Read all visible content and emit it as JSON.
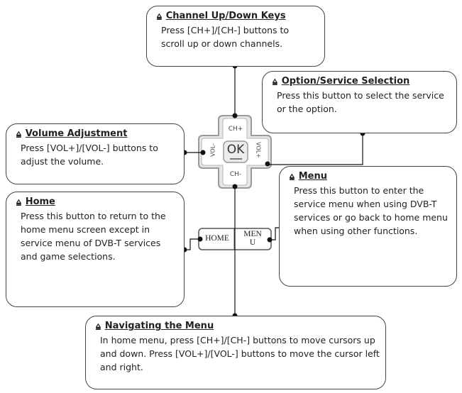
{
  "callouts": {
    "channel": {
      "title": "Channel Up/Down Keys",
      "body": "Press [CH+]/[CH-] buttons to scroll up or down channels."
    },
    "option": {
      "title": "Option/Service Selection",
      "body": "Press this button to select the service or the option."
    },
    "volume": {
      "title": "Volume Adjustment",
      "body": "Press [VOL+]/[VOL-] buttons to adjust the volume."
    },
    "home": {
      "title": "Home",
      "body": "Press this button to return to the home menu screen except in service menu of DVB-T services and game selections."
    },
    "menu": {
      "title": "Menu",
      "body": "Press this button to enter the service menu when using DVB-T services or go back to home menu when using other functions."
    },
    "navigating": {
      "title": "Navigating the Menu",
      "body": "In home menu, press [CH+]/[CH-] buttons to move cursors up and down. Press [VOL+]/[VOL-] buttons to move the cursor left and right."
    }
  },
  "remote": {
    "ch_up": "CH+",
    "ch_down": "CH-",
    "vol_down": "VOL-",
    "vol_up": "VOL+",
    "ok": "OK",
    "home": "HOME",
    "menu_line1": "MEN",
    "menu_line2": "U"
  },
  "colors": {
    "box_border": "#444444",
    "keypad_fill": "#e6e6e6",
    "keypad_border": "#9a9a9a",
    "wire": "#111111"
  },
  "icons": {
    "title_marker": "tick-marker-icon"
  }
}
